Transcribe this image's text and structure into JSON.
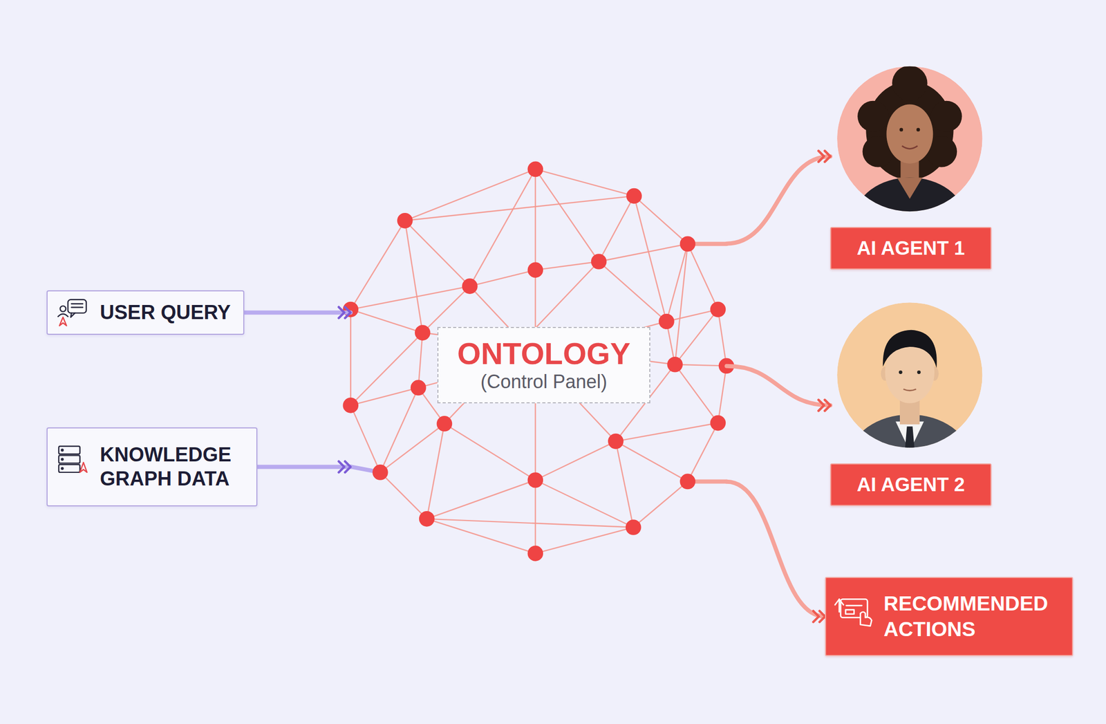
{
  "diagram": {
    "nodes": [
      {
        "text": [
          "USER QUERY"
        ]
      },
      {
        "text": [
          "KNOWLEDGE GRAPH DATA"
        ]
      },
      {
        "text": [
          "ONTOLOGY",
          "(Control Panel)"
        ]
      },
      {
        "text": [
          "AI AGENT 1"
        ]
      },
      {
        "text": [
          "AI AGENT 2"
        ]
      },
      {
        "text": [
          "RECOMMENDED ACTIONS"
        ]
      }
    ],
    "edges": [
      {
        "from": 0,
        "to": 2,
        "arrow": "to"
      },
      {
        "from": 1,
        "to": 2,
        "arrow": "to"
      },
      {
        "from": 2,
        "to": 3,
        "arrow": "to"
      },
      {
        "from": 2,
        "to": 4,
        "arrow": "to"
      },
      {
        "from": 2,
        "to": 5,
        "arrow": "to"
      }
    ]
  }
}
